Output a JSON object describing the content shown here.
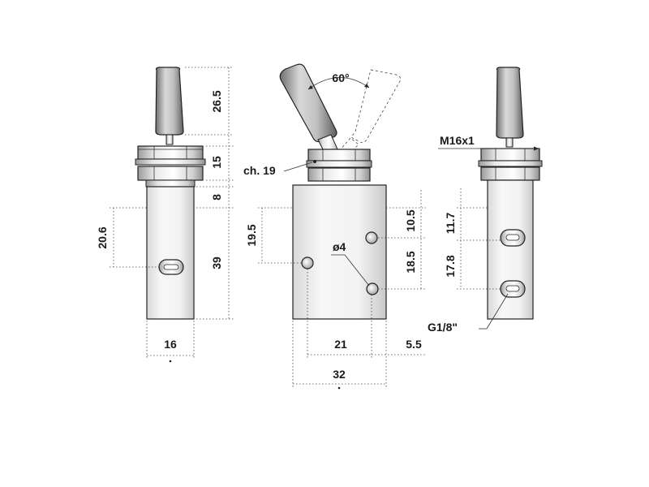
{
  "views": {
    "left": {
      "dims": {
        "lever_height": "26.5",
        "nut_height": "15",
        "collar": "8",
        "body_height": "39",
        "port_offset": "20.6",
        "width": "16"
      }
    },
    "center": {
      "dims": {
        "angle": "60°",
        "wrench": "ch. 19",
        "port_offset": "19.5",
        "hole_dia": "ø4",
        "hole_spacing_a": "10.5",
        "hole_spacing_b": "18.5",
        "width_inner": "21",
        "edge_offset": "5.5",
        "width": "32"
      }
    },
    "right": {
      "dims": {
        "thread": "M16x1",
        "port_upper": "11.7",
        "port_lower": "17.8",
        "port_thread": "G1/8\""
      }
    }
  },
  "colors": {
    "line": "#222222",
    "shade_light": "#f2f2f2",
    "shade_dark": "#bdbdbd",
    "lever_dark": "#8a8a8a"
  }
}
